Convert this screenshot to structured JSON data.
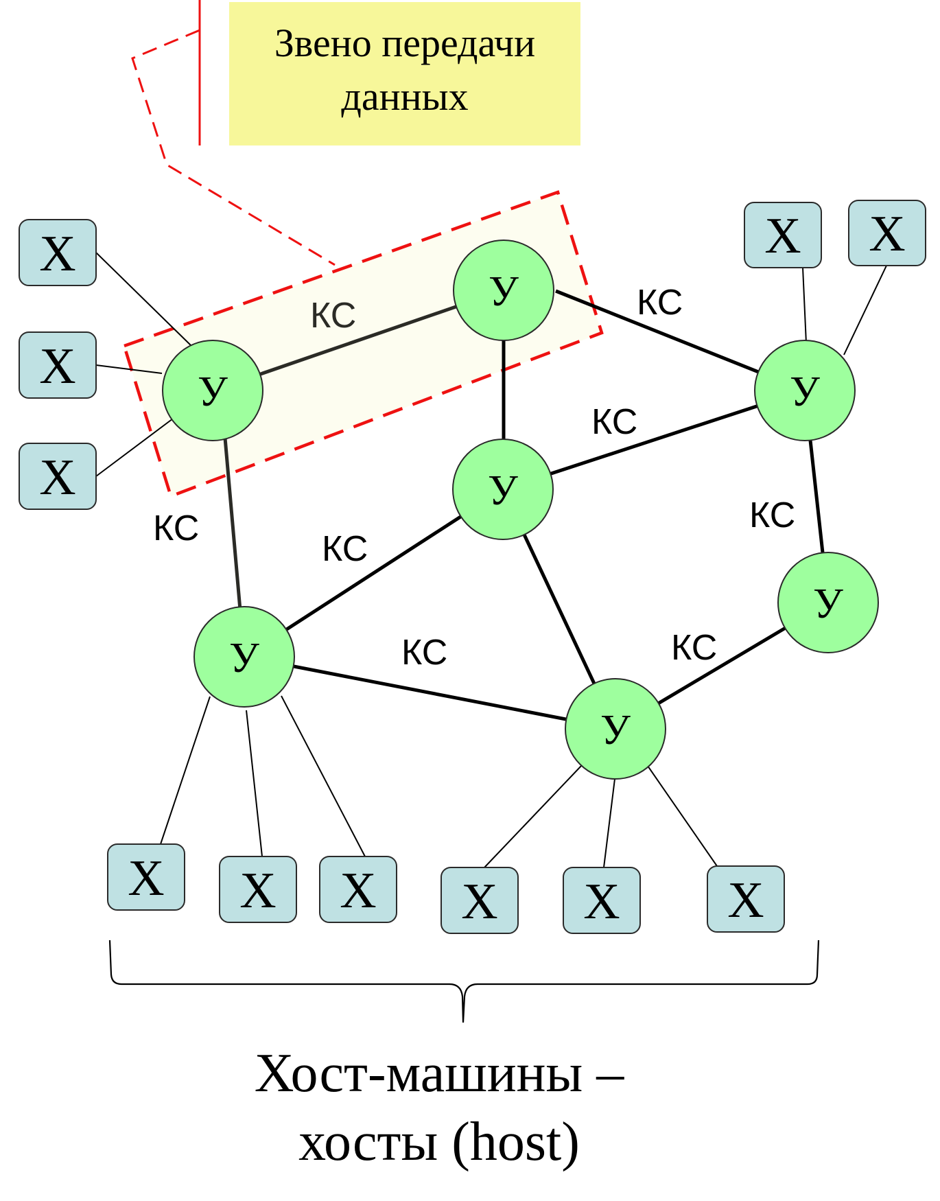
{
  "callout": {
    "line1": "Звено передачи",
    "line2": "данных"
  },
  "host_label": "Х",
  "router_label": "У",
  "link_label": "КС",
  "caption": {
    "line1": "Хост-машины –",
    "line2": "хосты (host)"
  },
  "colors": {
    "router_fill": "#9eff9e",
    "host_fill": "#bfe1e3",
    "callout_fill": "#f7f79a",
    "highlight_fill": "#fdfdf0",
    "dashed_red": "#ee1111",
    "line": "#000000"
  }
}
